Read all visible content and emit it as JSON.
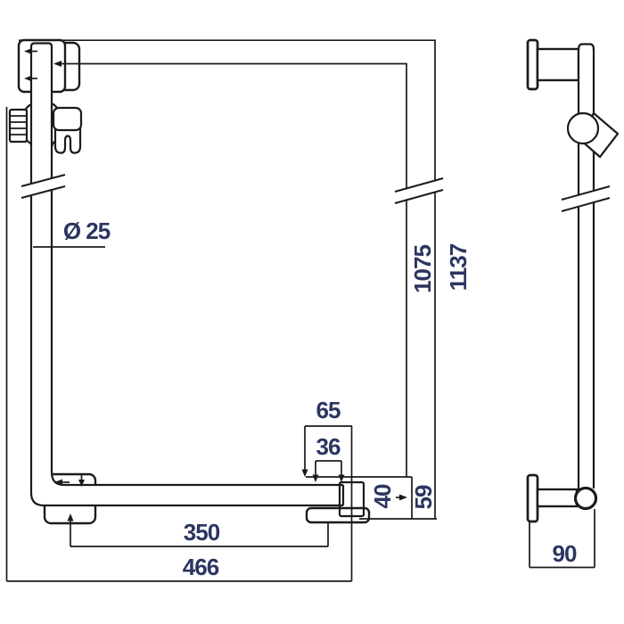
{
  "drawing": {
    "description": "Technical dimension drawing of a shower rail / grab bar with hand shower holder, front view and side view",
    "colors": {
      "background": "#ffffff",
      "line": "#1b1b1b",
      "dimension_text": "#2c3560"
    },
    "front_view": {
      "dimensions": {
        "tube_diameter": "Ø 25",
        "inner_height": "1075",
        "overall_height": "1137",
        "end_plate_width": "65",
        "end_hole_spacing": "36",
        "end_offset_upper": "40",
        "end_offset_total": "59",
        "bottom_hole_distance": "350",
        "bottom_overall_length": "466"
      }
    },
    "side_view": {
      "dimensions": {
        "wall_depth": "90"
      }
    }
  }
}
